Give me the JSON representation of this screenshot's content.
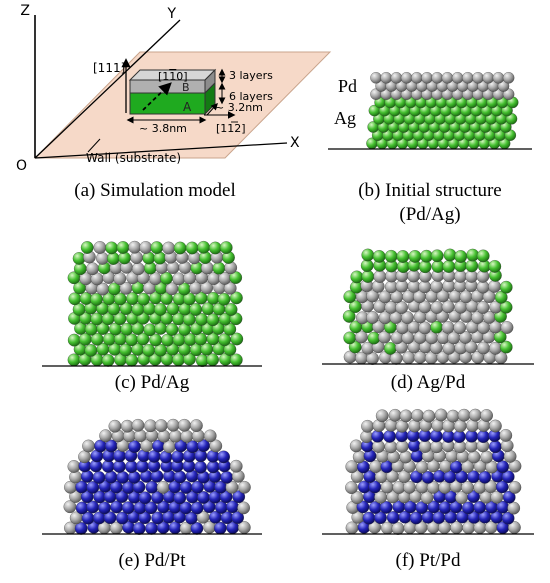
{
  "model_panel": {
    "axis_z": "Z",
    "axis_y": "Y",
    "axis_x": "X",
    "origin": "O",
    "dir_111": "[111]",
    "dir_1-10": "[1",
    "dir_1-10_bar": "1",
    "dir_1-10_end": "0]",
    "dir_11-2": "[11",
    "dir_11-2_bar": "2",
    "dir_11-2_end": "]",
    "layers_top": "3 layers",
    "layers_bottom": "6 layers",
    "width_y": "~ 3.2nm",
    "width_x": "~ 3.8nm",
    "block_b": "B",
    "block_a": "A",
    "wall": "Wall (substrate)"
  },
  "structure_labels": {
    "top": "Pd",
    "bottom": "Ag"
  },
  "captions": {
    "a": "(a) Simulation model",
    "b_line1": "(b) Initial structure",
    "b_line2": "(Pd/Ag)",
    "c": "(c) Pd/Ag",
    "d": "(d) Ag/Pd",
    "e": "(e) Pd/Pt",
    "f": "(f) Pt/Pd"
  },
  "colors": {
    "pd": "#a8a8a8",
    "ag": "#4cc23a",
    "pt": "#2626b8",
    "substrate": "#f6d9c8",
    "block_a": "#1faa1f",
    "block_b": "#b4b4b4"
  }
}
